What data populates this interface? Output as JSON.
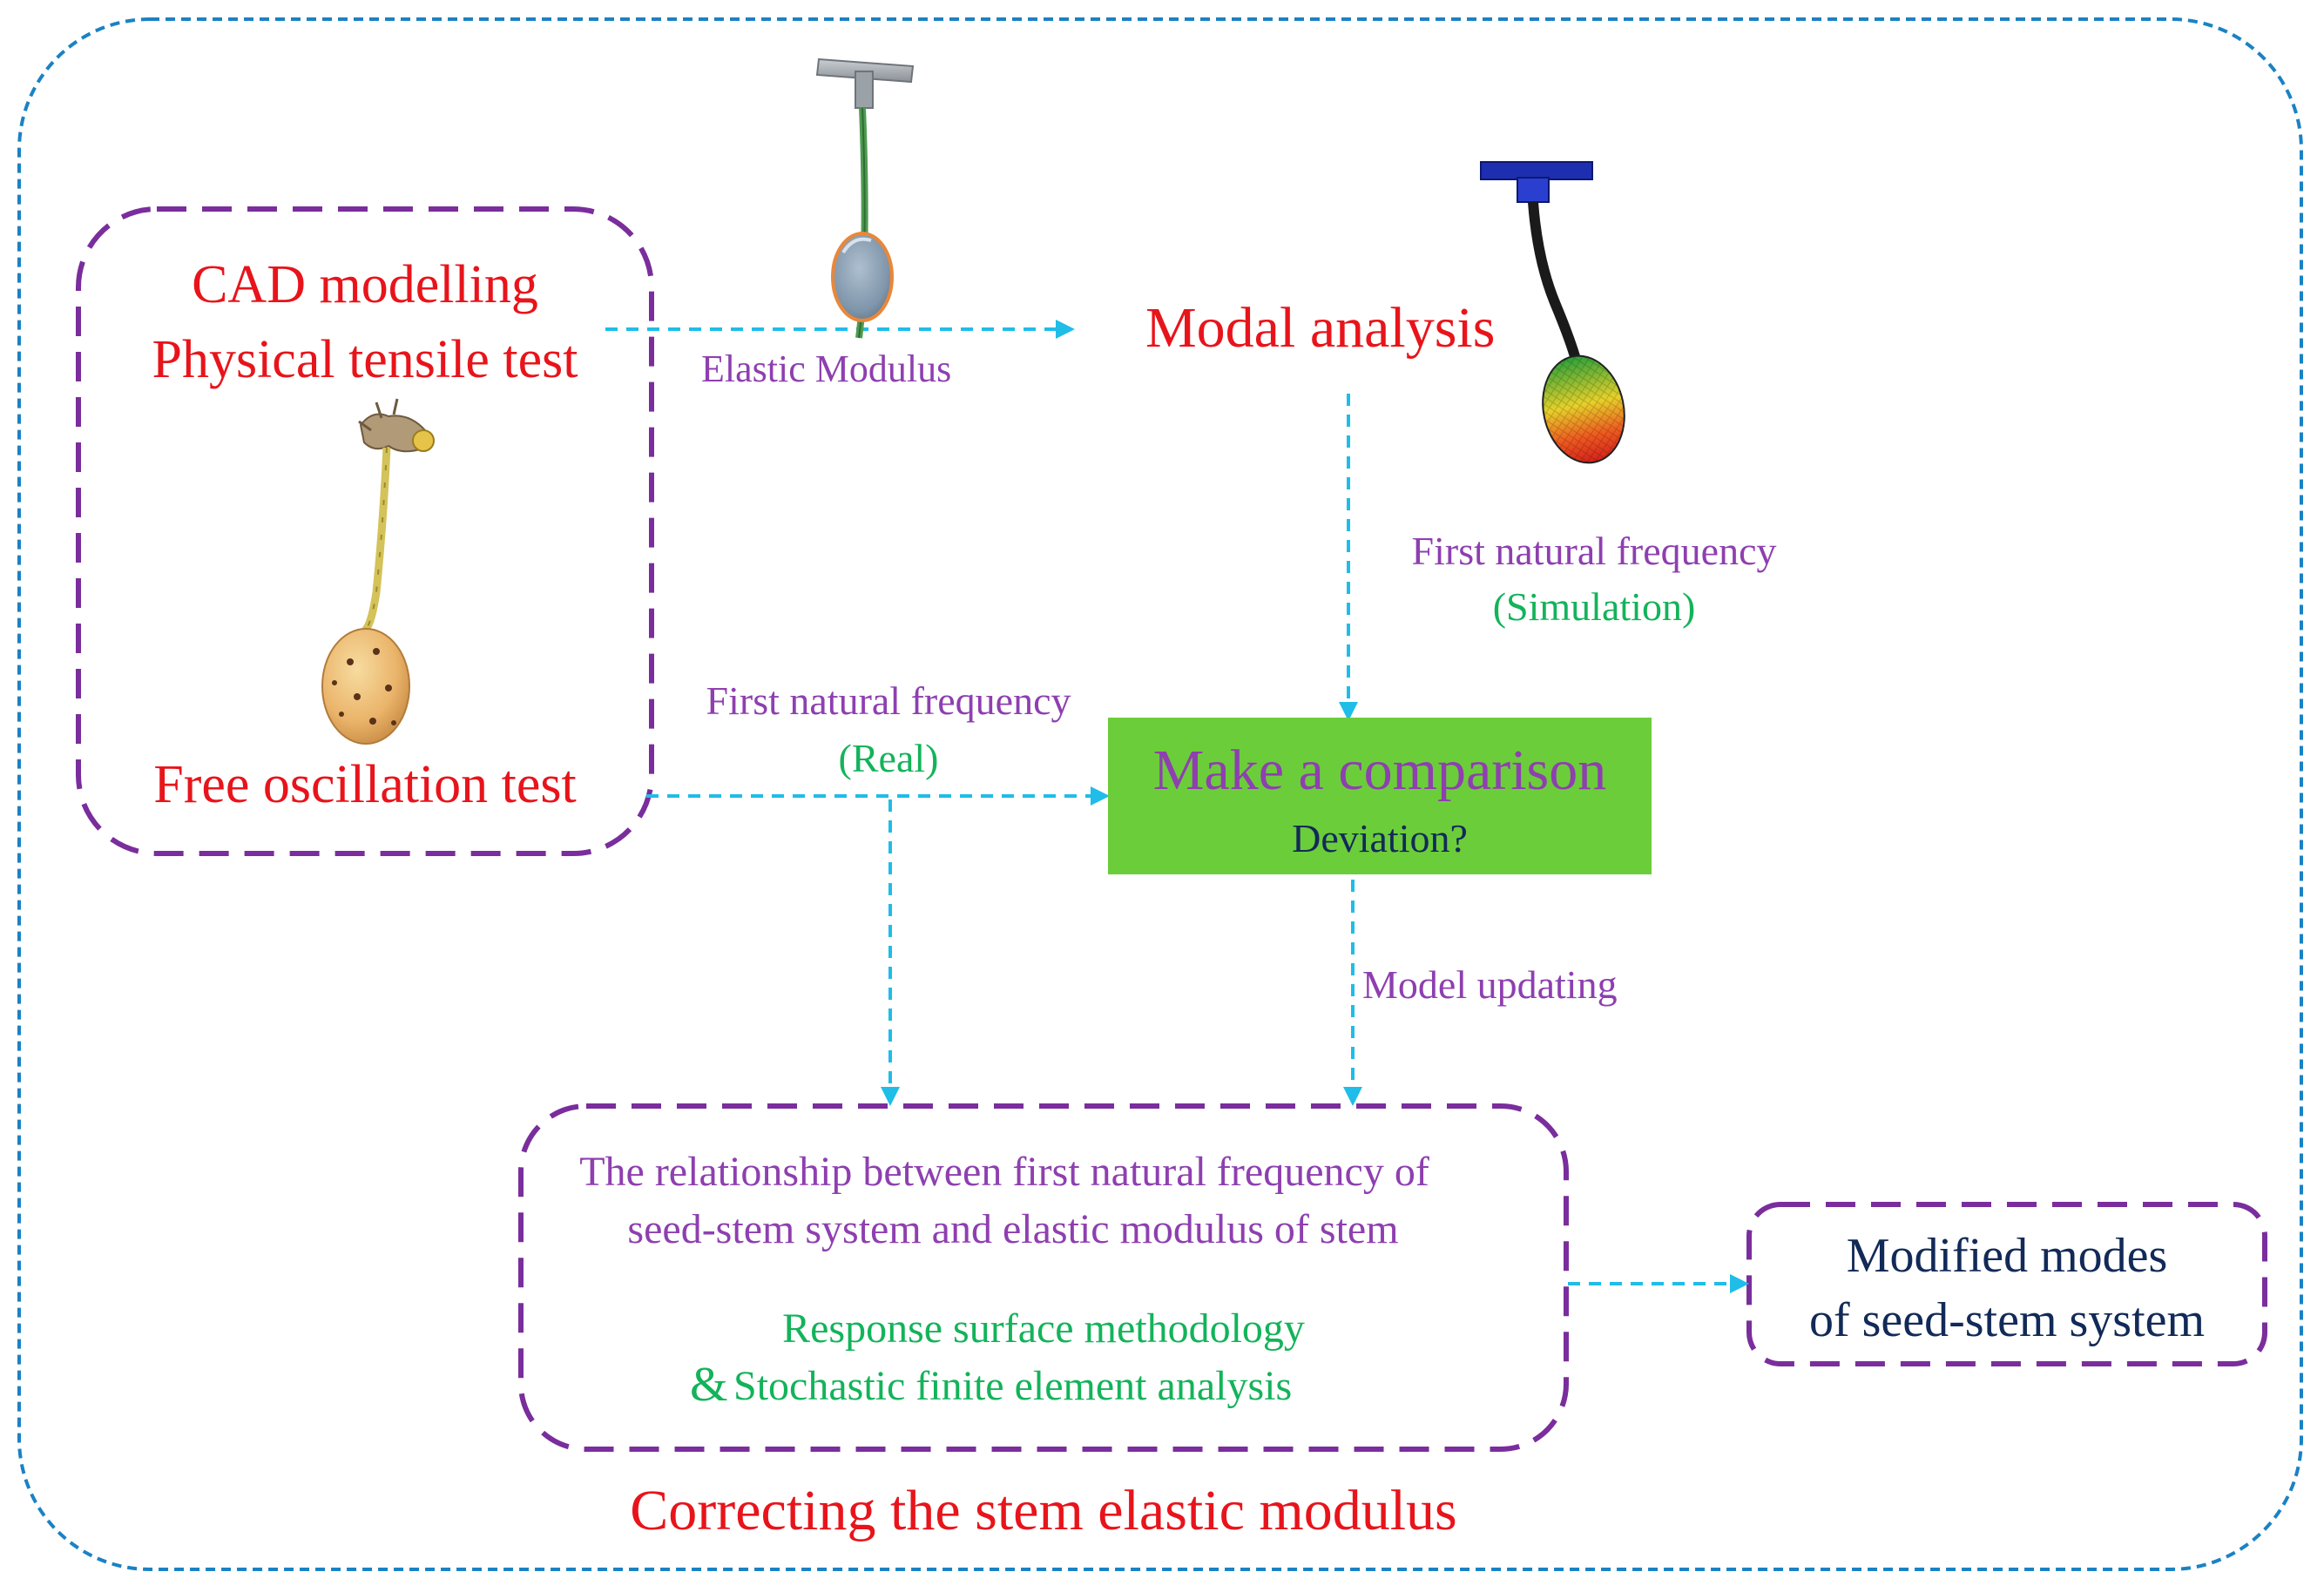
{
  "colors": {
    "outer_border": "#1a82c4",
    "box_border": "#7a2d9c",
    "arrow": "#1fbde8",
    "title_red": "#e8141b",
    "label_purple": "#8e3fb0",
    "label_green": "#13b35a",
    "text_navy": "#122a58",
    "compare_fill": "#6ccd3a"
  },
  "input_box": {
    "line1": "CAD modelling",
    "line2": "Physical tensile test",
    "line3": "Free oscillation test"
  },
  "arrow_labels": {
    "elastic_modulus": "Elastic Modulus",
    "sim_freq_line1": "First natural frequency",
    "sim_freq_line2": "(Simulation)",
    "real_freq_line1": "First natural frequency",
    "real_freq_line2": "(Real)",
    "model_updating": "Model updating"
  },
  "modal": {
    "title": "Modal analysis"
  },
  "compare": {
    "title": "Make a comparison",
    "subtitle": "Deviation?"
  },
  "relationship_box": {
    "line1": "The relationship between first natural frequency of",
    "line2": "seed-stem system and elastic modulus of stem",
    "method1": "Response surface methodology",
    "ampersand": "&",
    "method2": "Stochastic finite element analysis",
    "caption": "Correcting the stem elastic modulus"
  },
  "output_box": {
    "line1": "Modified modes",
    "line2": "of seed-stem system"
  },
  "images": [
    "cad-seed-stem-model",
    "fe-mode-shape-model",
    "real-seed-stem-photo"
  ]
}
